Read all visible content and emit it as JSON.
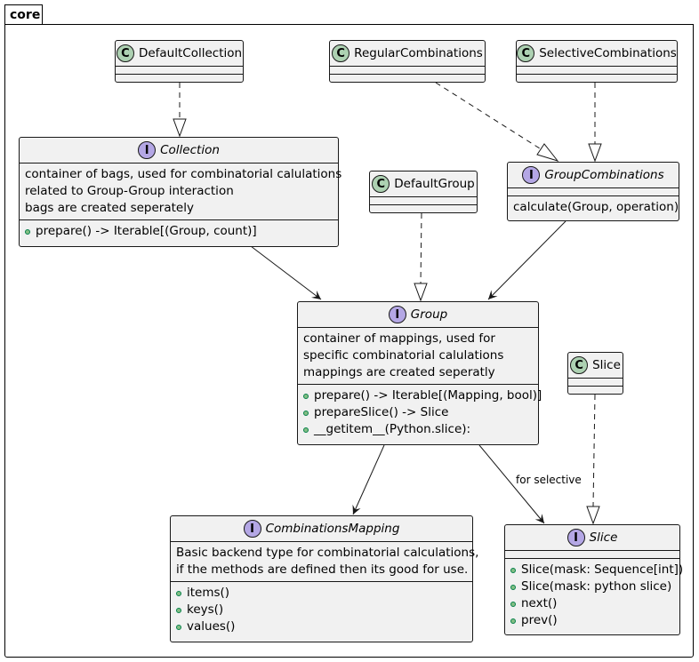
{
  "package": {
    "name": "core"
  },
  "nodes": {
    "DefaultCollection": {
      "kind": "class",
      "glyph": "C",
      "name": "DefaultCollection"
    },
    "RegularCombinations": {
      "kind": "class",
      "glyph": "C",
      "name": "RegularCombinations"
    },
    "SelectiveCombinations": {
      "kind": "class",
      "glyph": "C",
      "name": "SelectiveCombinations"
    },
    "Collection": {
      "kind": "interface",
      "glyph": "I",
      "name": "Collection",
      "notes": [
        "container of bags, used for combinatorial calulations",
        "related to Group-Group interaction",
        "bags are created seperately"
      ],
      "methods": [
        "prepare() -> Iterable[(Group, count)]"
      ]
    },
    "DefaultGroup": {
      "kind": "class",
      "glyph": "C",
      "name": "DefaultGroup"
    },
    "GroupCombinations": {
      "kind": "interface",
      "glyph": "I",
      "name": "GroupCombinations",
      "methods_plain": [
        "calculate(Group, operation)"
      ]
    },
    "Group": {
      "kind": "interface",
      "glyph": "I",
      "name": "Group",
      "notes": [
        "container of mappings, used for",
        "specific combinatorial calulations",
        "mappings are created seperatly"
      ],
      "methods": [
        "prepare() -> Iterable[(Mapping, bool)]",
        "prepareSlice() -> Slice",
        "__getitem__(Python.slice):"
      ]
    },
    "SliceClass": {
      "kind": "class",
      "glyph": "C",
      "name": "Slice"
    },
    "CombinationsMapping": {
      "kind": "interface",
      "glyph": "I",
      "name": "CombinationsMapping",
      "notes": [
        "Basic backend type for combinatorial calculations,",
        "if the methods are defined then its good for use."
      ],
      "methods": [
        "items()",
        "keys()",
        "values()"
      ]
    },
    "SliceIface": {
      "kind": "interface",
      "glyph": "I",
      "name": "Slice",
      "methods": [
        "Slice(mask: Sequence[int])",
        "Slice(mask: python slice)",
        "next()",
        "prev()"
      ]
    }
  },
  "edges": [
    {
      "from": "DefaultCollection",
      "to": "Collection",
      "type": "realization"
    },
    {
      "from": "RegularCombinations",
      "to": "GroupCombinations",
      "type": "realization"
    },
    {
      "from": "SelectiveCombinations",
      "to": "GroupCombinations",
      "type": "realization"
    },
    {
      "from": "DefaultGroup",
      "to": "Group",
      "type": "realization"
    },
    {
      "from": "SliceClass",
      "to": "SliceIface",
      "type": "realization"
    },
    {
      "from": "Collection",
      "to": "Group",
      "type": "association"
    },
    {
      "from": "GroupCombinations",
      "to": "Group",
      "type": "association"
    },
    {
      "from": "Group",
      "to": "CombinationsMapping",
      "type": "association"
    },
    {
      "from": "Group",
      "to": "SliceIface",
      "type": "association",
      "label": "for selective"
    }
  ]
}
